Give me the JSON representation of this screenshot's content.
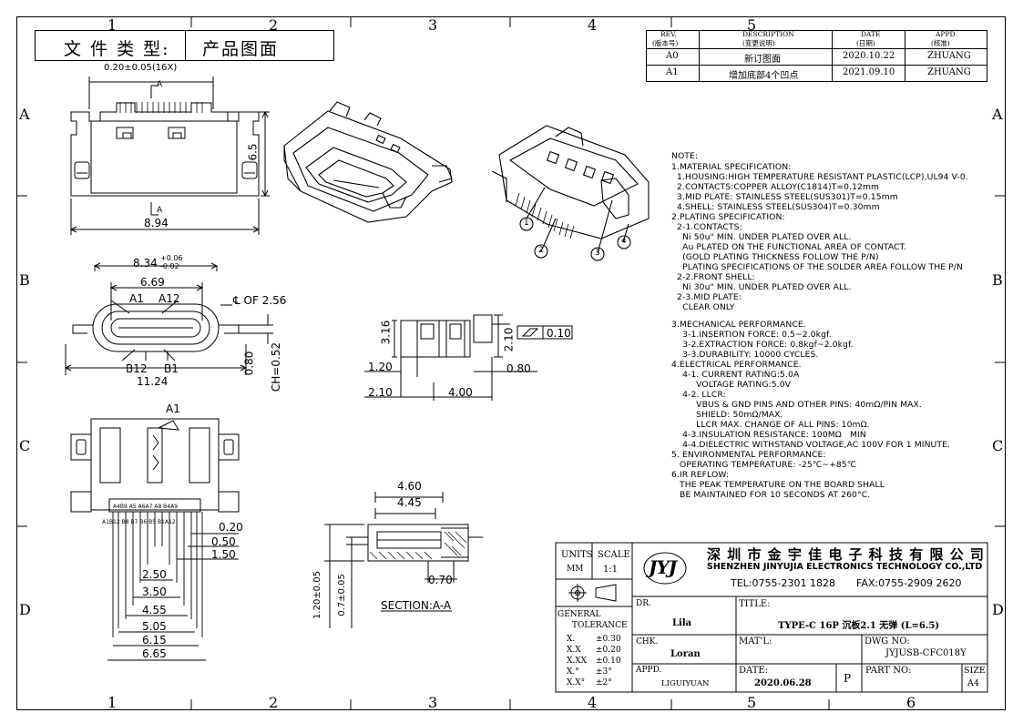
{
  "doc_type": {
    "label": "文 件 类 型:",
    "value": "产品图面"
  },
  "zones": {
    "top": [
      "1",
      "2",
      "3",
      "4",
      "5"
    ],
    "bottom": [
      "1",
      "2",
      "3",
      "4",
      "5",
      "6"
    ],
    "left": [
      "A",
      "B",
      "C",
      "D"
    ],
    "right": [
      "A",
      "B",
      "C",
      "D"
    ]
  },
  "revision_table": {
    "headers": [
      {
        "en": "REV.",
        "cn": "(版本号)"
      },
      {
        "en": "DESCRIPTION",
        "cn": "(变更说明)"
      },
      {
        "en": "DATE",
        "cn": "(日期)"
      },
      {
        "en": "APPD",
        "cn": "(核准)"
      }
    ],
    "rows": [
      {
        "rev": "A0",
        "desc": "新订图面",
        "date": "2020.10.22",
        "appd": "ZHUANG"
      },
      {
        "rev": "A1",
        "desc": "增加底部4个凹点",
        "date": "2021.09.10",
        "appd": "ZHUANG"
      }
    ]
  },
  "dims": {
    "pitch": "0.20±0.05(16X)",
    "a_top": "A",
    "a_bot": "A",
    "h65": "6.5",
    "w894": "8.94",
    "w834": "8.34",
    "w834_up": "+0.06",
    "w834_dn": "-0.02",
    "w669": "6.69",
    "a1": "A1",
    "a12": "A12",
    "cof": "℄ OF 2.56",
    "b12": "B12",
    "b1": "B1",
    "w1124": "11.24",
    "d080": "0.80",
    "ch052": "CH=0.52",
    "a1b": "A1",
    "pin_a": "A4B9  A5  A6A7  A8  B4A9",
    "pin_b": "A1B12  B8  B7   B6  B5  B1A12",
    "d020": "0.20",
    "d050": "0.50",
    "d150": "1.50",
    "d250": "2.50",
    "d350": "3.50",
    "d455": "4.55",
    "d505": "5.05",
    "d615": "6.15",
    "d665": "6.65",
    "d316": "3.16",
    "d210v": "2.10",
    "tol": "0.10",
    "d120": "1.20",
    "d080b": "0.80",
    "d210": "2.10",
    "d400": "4.00",
    "d460": "4.60",
    "d445": "4.45",
    "d070": "0.70",
    "v120": "1.20±0.05",
    "v07": "0.7±0.05",
    "section": "SECTION:A-A"
  },
  "callouts": [
    "1",
    "2",
    "3",
    "4"
  ],
  "notes": [
    "NOTE:",
    "1.MATERIAL SPECIFICATION:",
    "  1.HOUSING:HIGH TEMPERATURE RESISTANT PLASTIC(LCP),UL94 V-0.",
    "  2.CONTACTS:COPPER ALLOY(C1814)T=0.12mm",
    "  3.MID PLATE: STAINLESS STEEL(SUS301)T=0.15mm",
    "  4.SHELL: STAINLESS STEEL(SUS304)T=0.30mm",
    "2.PLATING SPECIFICATION:",
    "  2-1.CONTACTS:",
    "    Ni 50u\" MIN. UNDER PLATED OVER ALL.",
    "    Au PLATED ON THE FUNCTIONAL AREA OF CONTACT.",
    "    (GOLD PLATING THICKNESS FOLLOW THE P/N)",
    "    PLATING SPECIFICATIONS OF THE SOLDER AREA FOLLOW THE P/N",
    "  2-2.FRONT SHELL:",
    "    Ni 30u\" MIN. UNDER PLATED OVER ALL.",
    "  2-3.MID PLATE:",
    "    CLEAR ONLY",
    "",
    "3.MECHANICAL PERFORMANCE.",
    "    3-1.INSERTION FORCE: 0.5~2.0kgf.",
    "    3-2.EXTRACTION FORCE: 0.8kgf~2.0kgf.",
    "    3-3.DURABILITY: 10000 CYCLES.",
    "4.ELECTRICAL PERFORMANCE.",
    "    4-1. CURRENT RATING:5.0A",
    "         VOLTAGE RATING:5.0V",
    "    4-2. LLCR:",
    "         VBUS & GND PINS AND OTHER PINS: 40mΩ/PIN MAX.",
    "         SHIELD: 50mΩ/MAX.",
    "         LLCR MAX. CHANGE OF ALL PINS: 10mΩ.",
    "    4-3.INSULATION RESISTANCE: 100MΩ   MIN",
    "    4-4.DIELECTRIC WITHSTAND VOLTAGE,AC 100V FOR 1 MINUTE.",
    "5. ENVIRONMENTAL PERFORMANCE:",
    "   OPERATING TEMPERATURE: -25℃~+85℃",
    "6.IR REFLOW:",
    "   THE PEAK TEMPERATURE ON THE BOARD SHALL",
    "   BE MAINTAINED FOR 10 SECONDS AT 260°C."
  ],
  "title_block": {
    "units_label": "UNITS",
    "units_value": "MM",
    "scale_label": "SCALE",
    "scale_value": "1:1",
    "logo": "JYJ",
    "company_cn": "深 圳 市 金 宇 佳 电 子 科 技 有 限 公 司",
    "company_en": "SHENZHEN JINYUJIA ELECTRONICS TECHNOLOGY CO.,LTD",
    "tel": "TEL:0755-2301 1828",
    "fax": "FAX:0755-2909 2620",
    "tol_title1": "GENERAL",
    "tol_title2": "TOLERANCE",
    "tolerances": [
      {
        "k": "X.",
        "v": "±0.30"
      },
      {
        "k": "X.X",
        "v": "±0.20"
      },
      {
        "k": "X.XX",
        "v": "±0.10"
      },
      {
        "k": "X.°",
        "v": "±3°"
      },
      {
        "k": "X.X°",
        "v": "±2°"
      }
    ],
    "dr_label": "DR.",
    "dr_value": "Lila",
    "chk_label": "CHK.",
    "chk_value": "Loran",
    "appd_label": "APPD.",
    "appd_value": "LIGUIYUAN",
    "title_label": "TITLE:",
    "title_value": "TYPE-C 16P 沉板2.1 无弹 (L=6.5)",
    "mat_label": "MAT'L:",
    "dwg_label": "DWG NO:",
    "dwg_value": "JYJUSB-CFC018Y",
    "date_label": "DATE:",
    "date_value": "2020.06.28",
    "p_mark": "P",
    "part_label": "PART NO:",
    "size_label": "SIZE",
    "size_value": "A4"
  }
}
